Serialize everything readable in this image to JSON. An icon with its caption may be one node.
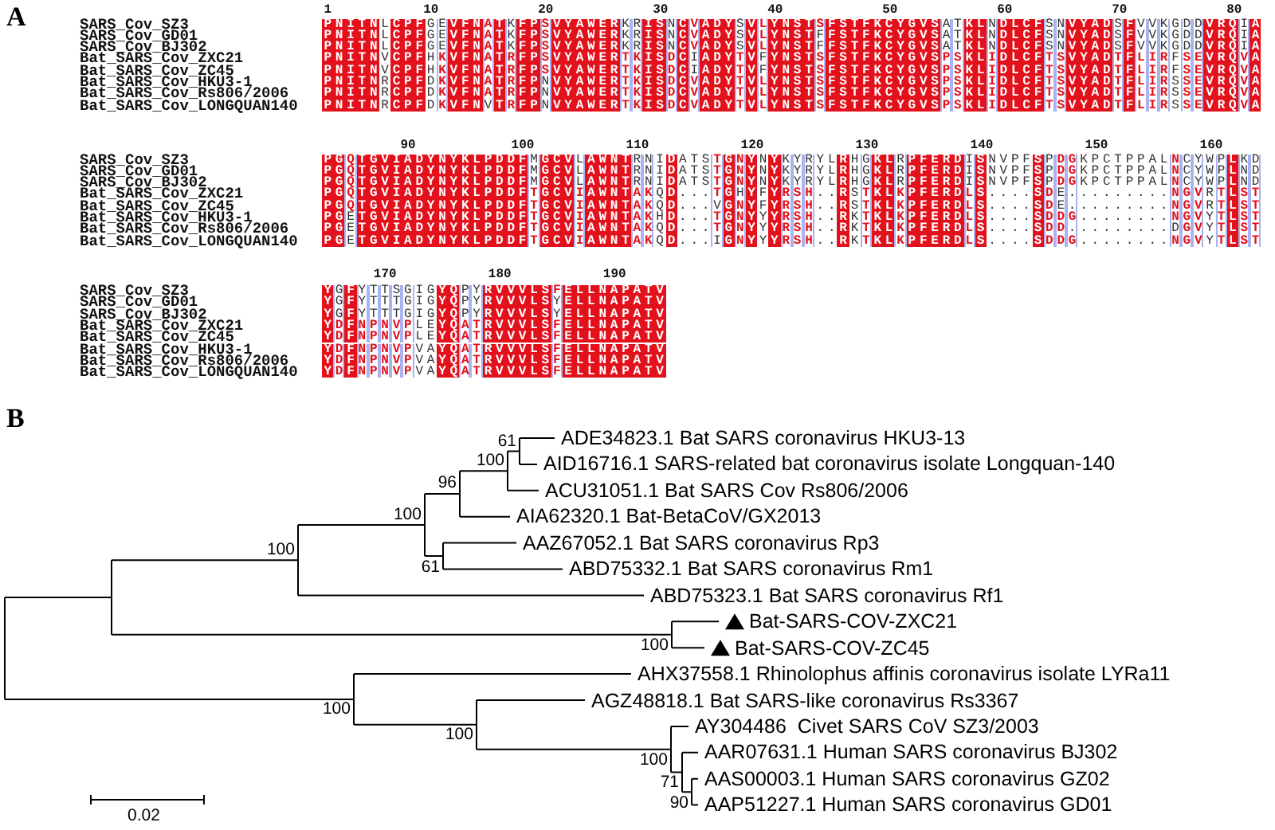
{
  "diagram": {
    "labels": [
      "A",
      "1",
      "10",
      "20",
      "30",
      "40",
      "50",
      "60",
      "70",
      "80",
      "SARS_Cov_SZ3",
      "PNITNLCPFGEVFNATKFPSVYAWERKRISNCVADYSVLYNSTSFSTFKCYGVSATKLNDLCFSNVYADSFVVKGDDVRQIA",
      "SARS_Cov_GD01",
      "PNITNLCPFGEVFNATKFPSVYAWERKRISNCVADYSVLYNSTFFSTFKCYGVSATKLNDLCFSNVYADSFVVKGDDVRQIA",
      "SARS_Cov_BJ302",
      "PNITNLCPFGEVFNATKFPSVYAWERKRISNCVADYSVLYNSTFFSTFKCYGVSATKLNDLCFSNVYADSFVVKGDDVRQIA",
      "Bat_SARS_Cov_ZXC21",
      "PNITNVCPFHKVFNATRFPSVYAWERTKISDCIADYTVFYNSTSFSTFKCYGVSPSKLIDLCFTSVYADTFLIRFSEVRQVA",
      "Bat_SARS_Cov_ZC45",
      "PNITNVCPFHKVFNATRFPSVYAWERTKISDCIADYTVFYNSTSFSTFKCYGVSPSKLIDLCFTSVYADTFLIRFSEVRQVA",
      "Bat_SARS_Cov_HKU3-1",
      "PNITNRCPFDKVFNATRFPNVYAWERTKISDCVADYTVLYNSTSFSTFKCYGVSPSKLIDLCFTSVYADTFLIRSSEVRQVA",
      "Bat_SARS_Cov_Rs806/2006",
      "PNITNRCPFDKVFNATRFPNVYAWERTKISDCVADYTVLYNSTSFSTFKCYGVSPSKLIDLCFTSVYADTFLIRSSEVRQVA",
      "Bat_SARS_Cov_LONGQUAN140",
      "PNITNRCPFDKVFNVTRFPNVYAWERTKISDCVADYTVLYNSTSFSTFKCYGVSPSKLIDLCFTSVYADTFLIRSSEVRQVA",
      "90",
      "100",
      "110",
      "120",
      "130",
      "140",
      "150",
      "160",
      "SARS_Cov_SZ3",
      "PGQTGVIADYNYKLPDDFMGCVLAWNTRNIDATSTGNYNYKYRYLRHGKLRPFERDISNVPFSPDGKPCTPPALNCYWPLKD",
      "SARS_Cov_GD01",
      "PGQTGVIADYNYKLPDDFMGCVLAWNTRNIDATSTGNYNYKYRYLRHGKLRPFERDISNVPFSPDGKPCTPPALNCYWPLND",
      "SARS_Cov_BJ302",
      "PGQTGVIADYNYKLPDDFMGCVLAWNTRNIDATSTGNYNYKYRYLRHGKLRPFERDISNVPFSPDGKPCTPPALNCYWPLND",
      "Bat_SARS_Cov_ZXC21",
      "PGQTGVIADYNYKLPDDFTGCVIAWNTAKQD...TGHYFYRSH..RSTKLKPFERDLS....SDE.........NGVRTLST",
      "Bat_SARS_Cov_ZC45",
      "PGQTGVIADYNYKLPDDFTGCVIAWNTAKQD...VGNYFYRSH..RSTKLKPFERDLS....SDE.........NGVRTLST",
      "Bat_SARS_Cov_HKU3-1",
      "PGETGVIADYNYKLPDDFTGCVIAWNTAKHD...TGNYYYRSH..RKTKLKPFERDLS....SDDG........NGVYTLST",
      "Bat_SARS_Cov_Rs806/2006",
      "PGETGVIADYNYKLPDDFTGCVIAWNTAKQD...TGNYYYRSH..RKTKLKPFERDLS....SDD.........DGVYTLST",
      "Bat_SARS_Cov_LONGQUAN140",
      "PGETGVIADYNYKLPDDFTGCVIAWNTAKQD...IGNYYYRSH..RKTKLKPFERDLS....SDDG........NGVYTLST",
      "170",
      "180",
      "190",
      "SARS_Cov_SZ3",
      "YGFYTTSGIGYQPYRVVVLSFELLNAPATV",
      "SARS_Cov_GD01",
      "YGFYTTTGIGYQPYRVVVLSYELLNAPATV",
      "SARS_Cov_BJ302",
      "YGFYTTTGIGYQPYRVVVLSYELLNAPATV",
      "Bat_SARS_Cov_ZXC21",
      "YDFNPNVPLEYQATRVVVLSFELLNAPATV",
      "Bat_SARS_Cov_ZC45",
      "YDFNPNVPLEYQATRVVVLSFELLNAPATV",
      "Bat_SARS_Cov_HKU3-1",
      "YDFNPNVPVAYQATRVVVLSFELLNAPATV",
      "Bat_SARS_Cov_Rs806/2006",
      "YDFNPNVPVAYQATRVVVLSFELLNAPATV",
      "Bat_SARS_Cov_LONGQUAN140",
      "YDFNPNVPVAYQATRVVVLSFELLNAPATV",
      "B",
      "61",
      "ADE34823.1 Bat SARS coronavirus HKU3-13",
      "100",
      "AID16716.1 SARS-related bat coronavirus isolate Longquan-140",
      "96",
      "ACU31051.1 Bat SARS Cov Rs806/2006",
      "100",
      "AIA62320.1 Bat-BetaCoV/GX2013",
      "AAZ67052.1 Bat SARS coronavirus Rp3",
      "100",
      "61",
      "ABD75332.1 Bat SARS coronavirus Rm1",
      "ABD75323.1 Bat SARS coronavirus Rf1",
      "Bat-SARS-COV-ZXC21",
      "100",
      "Bat-SARS-COV-ZC45",
      "AHX37558.1 Rhinolophus affinis coronavirus isolate LYRa11",
      "AGZ48818.1 Bat SARS-like coronavirus Rs3367",
      "AY304486  Civet SARS CoV SZ3/2003",
      "100",
      "100",
      "100",
      "AAR07631.1 Human SARS coronavirus BJ302",
      "71",
      "AAS00003.1 Human SARS coronavirus GZ02",
      "90",
      "AAP51227.1 Human SARS coronavirus GD01",
      "0.02"
    ]
  }
}
